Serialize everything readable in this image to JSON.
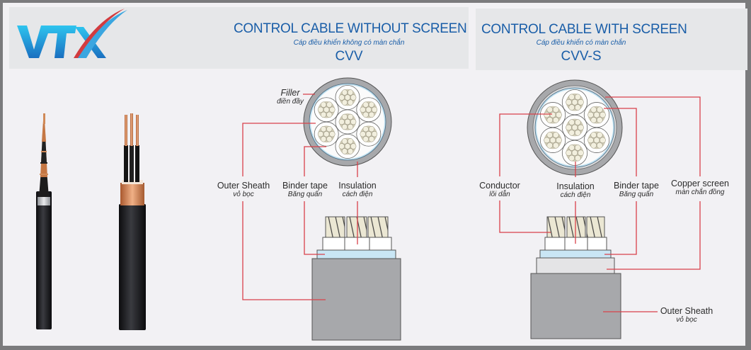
{
  "brand": {
    "logo_text": "VTX",
    "logo_colors": {
      "primary": "#1f8fd6",
      "accent": "#d23b3f"
    }
  },
  "panels": [
    {
      "title": "CONTROL CABLE WITHOUT SCREEN",
      "subtitle": "Cáp điều khiển không có màn chắn",
      "code": "CVV",
      "labels": {
        "filler": {
          "en": "Filler",
          "vi": "điền đầy"
        },
        "outer_sheath": {
          "en": "Outer Sheath",
          "vi": "vỏ bọc"
        },
        "binder_tape": {
          "en": "Binder tape",
          "vi": "Băng quấn"
        },
        "insulation": {
          "en": "Insulation",
          "vi": "cách điện"
        }
      }
    },
    {
      "title": "CONTROL CABLE WITH SCREEN",
      "subtitle": "Cáp điều khiển có màn chắn",
      "code": "CVV-S",
      "labels": {
        "conductor": {
          "en": "Conductor",
          "vi": "lõi dẫn"
        },
        "insulation": {
          "en": "Insulation",
          "vi": "cách điện"
        },
        "binder_tape": {
          "en": "Binder tape",
          "vi": "Băng quấn"
        },
        "copper_screen": {
          "en": "Copper screen",
          "vi": "màn chắn đồng"
        },
        "outer_sheath": {
          "en": "Outer Sheath",
          "vi": "vỏ bọc"
        }
      }
    }
  ],
  "colors": {
    "leader_line": "#d9414a",
    "title_blue": "#1a5ea8",
    "sheath_gray": "#a7a8ab",
    "binder_blue": "#c9e6f5",
    "conductor_cream": "#ebe7d3"
  }
}
